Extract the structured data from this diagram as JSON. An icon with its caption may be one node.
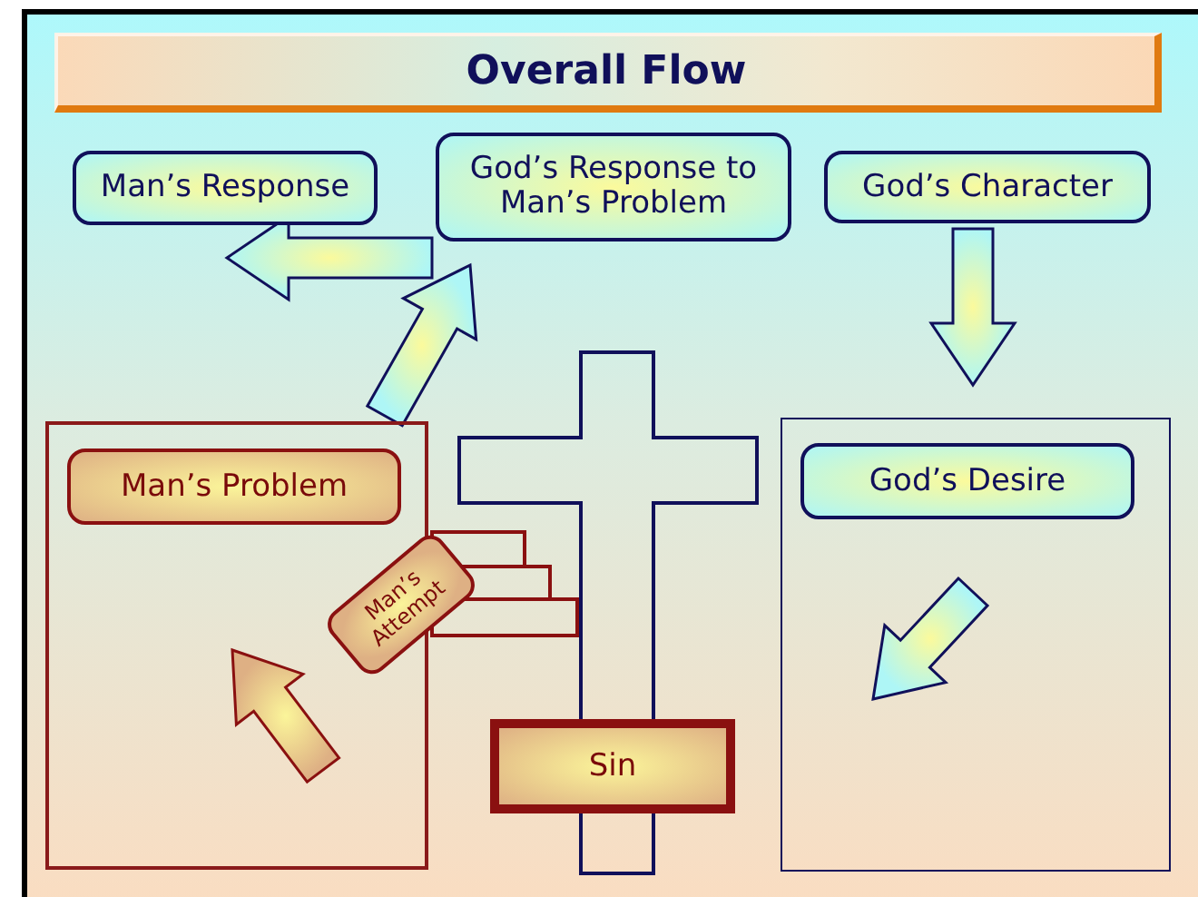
{
  "diagram": {
    "title": "Overall Flow",
    "nodes": [
      {
        "text": [
          "Man’s Response"
        ]
      },
      {
        "text": [
          "God’s Response to Man’s Problem"
        ]
      },
      {
        "text": [
          "God’s Character"
        ]
      },
      {
        "text": [],
        "shape": "box"
      },
      {
        "text": [
          "Man’s Problem"
        ],
        "in": 3
      },
      {
        "text": [
          "Man’s Attempt"
        ]
      },
      {
        "text": [
          "Sin"
        ]
      },
      {
        "text": [],
        "shape": "box"
      },
      {
        "text": [
          "God’s Desire"
        ],
        "in": 7
      }
    ],
    "edges": [
      {
        "from": 1,
        "to": 0,
        "arrow": "to"
      },
      {
        "from": 3,
        "to": 1,
        "arrow": "to"
      },
      {
        "from": 2,
        "to": 7,
        "arrow": "to"
      }
    ]
  }
}
